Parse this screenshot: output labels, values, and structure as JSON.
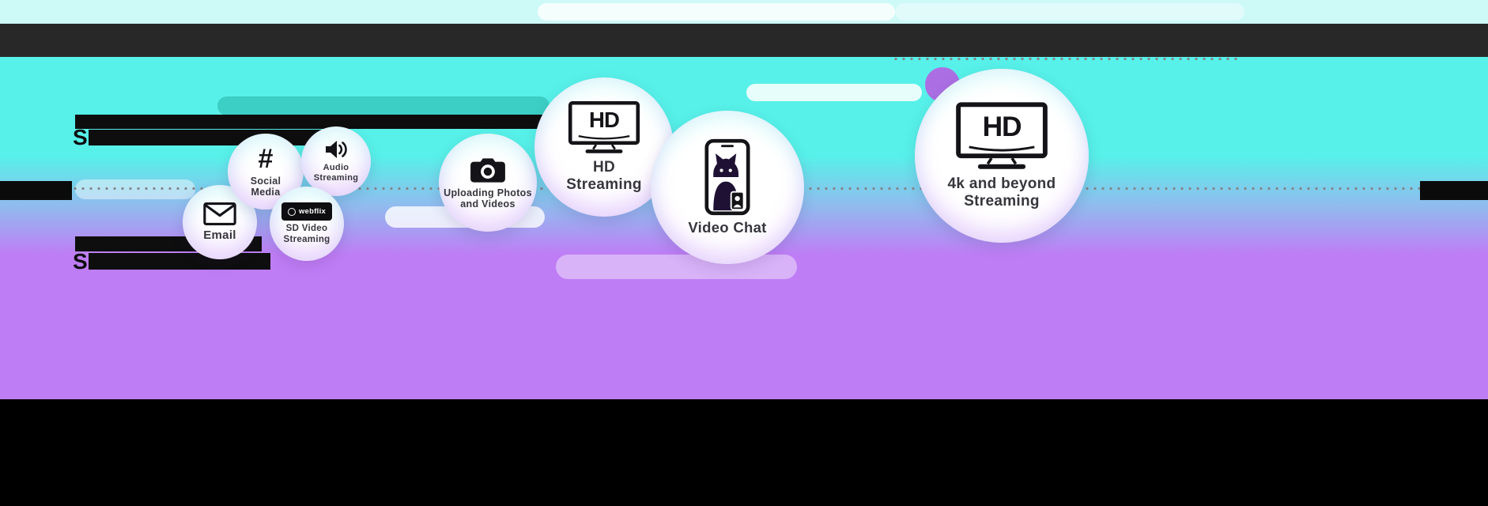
{
  "palette": {
    "cyan": "#57f1e9",
    "purple": "#bf7df5",
    "top-strip": "#cdf9f7",
    "header-bar": "#282828",
    "footer": "#000000",
    "teal-pill": "#3bcfc6",
    "lavender-pill": "#d9b3f8",
    "ink": "#141418"
  },
  "partial_text": {
    "upper_line": "S",
    "lower_line": "S"
  },
  "bubbles": [
    {
      "label": "Email"
    },
    {
      "label": "Social Media",
      "icon_glyph": "#"
    },
    {
      "label": "Audio Streaming"
    },
    {
      "label": "SD Video Streaming",
      "logo_text": "webflix"
    },
    {
      "label": "Uploading Photos and Videos"
    },
    {
      "label": "HD Streaming",
      "icon_text": "HD"
    },
    {
      "label": "Video Chat"
    },
    {
      "label": "4k and beyond Streaming",
      "icon_text": "HD"
    }
  ]
}
